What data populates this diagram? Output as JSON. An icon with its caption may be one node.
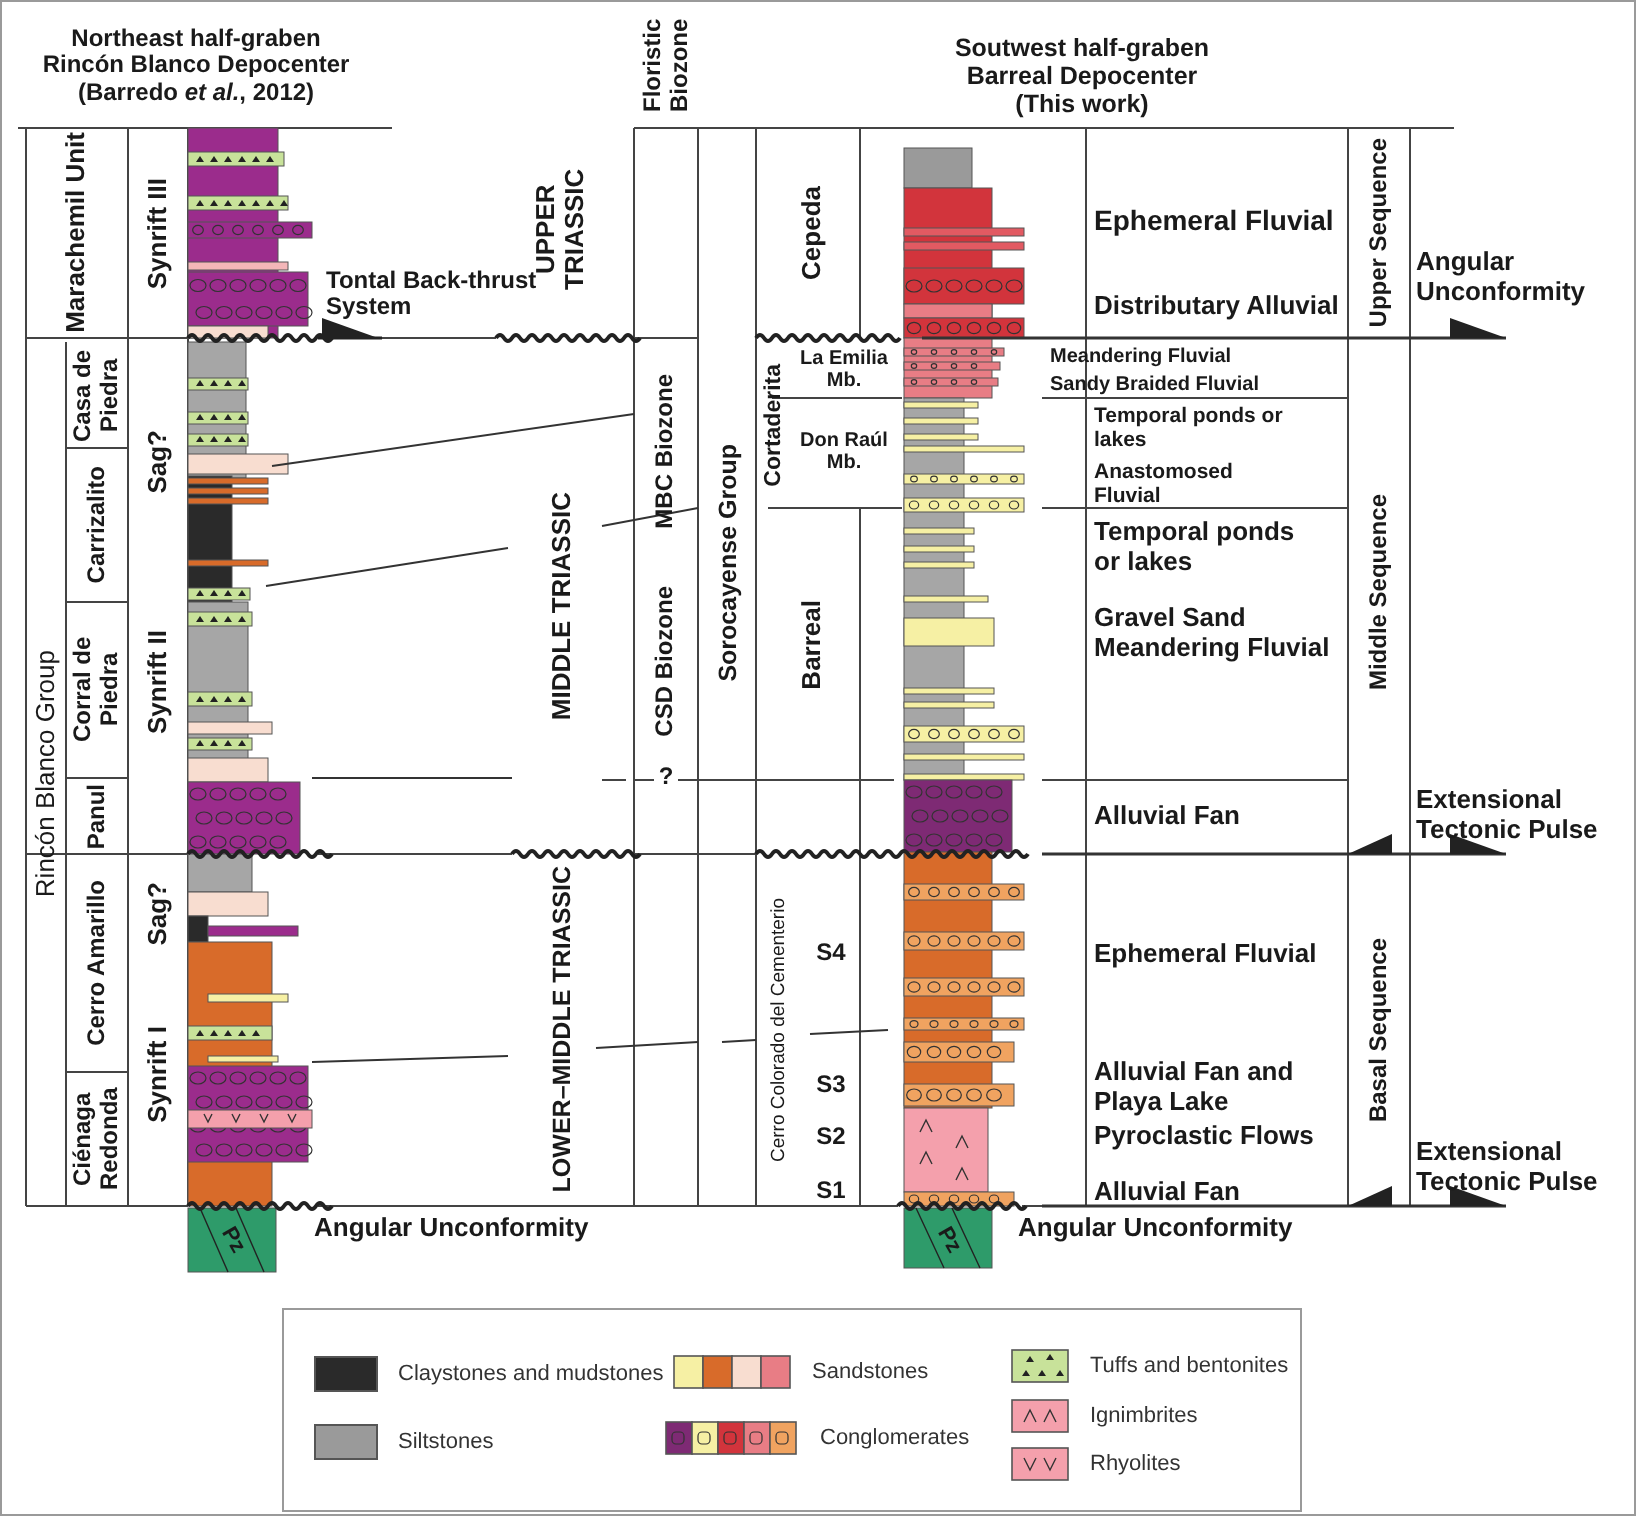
{
  "diagram": {
    "labels": [
      "Northeast half-graben Rincón Blanco Depocenter (Barredo *et al.*, 2012)",
      "Floristic Biozone",
      "Soutwest half-graben Barreal Depocenter (This work)",
      "Marachemil Unit",
      "Synrift III",
      "Tontal Back-thrust System",
      "UPPER TRIASSIC",
      "Cepeda",
      "Ephemeral Fluvial",
      "Upper Sequence",
      "Angular Unconformity",
      "Distributary Alluvial",
      "Rincón Blanco Group",
      "Casa de Piedra",
      "Sag?",
      "MBC Biozone",
      "Sorocayense Group",
      "Cortaderita",
      "La Emilia Mb.",
      "Meandering Fluvial",
      "Sandy Braided Fluvial",
      "Temporal ponds or lakes",
      "Don Raúl Mb.",
      "Anastomosed Fluvial",
      "Carrizalito",
      "MIDDLE TRIASSIC",
      "Temporal ponds or lakes",
      "Corral de Piedra",
      "CSD Biozone",
      "Barreal",
      "Gravel Sand Meandering Fluvial",
      "Middle Sequence",
      "Synrift II",
      "?",
      "Panul",
      "Alluvial Fan",
      "Extensional Tectonic Pulse",
      "Cerro Amarillo",
      "Sag?",
      "LOWER–MIDDLE TRIASSIC",
      "Cerro Colorado del Cementerio",
      "S4",
      "Ephemeral Fluvial",
      "Basal Sequence",
      "Synrift I",
      "S3",
      "Alluvial Fan and Playa Lake",
      "Ciénaga Redonda",
      "S2",
      "Pyroclastic Flows",
      "Extensional Tectonic Pulse",
      "S1",
      "Alluvial Fan",
      "Pz",
      "Angular Unconformity",
      "Pz",
      "Angular Unconformity"
    ],
    "legend": [
      {
        "text": "Claystones and mudstones",
        "color": "#2a2a2a"
      },
      {
        "text": "Sandstones"
      },
      {
        "text": "Tuffs and bentonites"
      },
      {
        "text": "Siltstones",
        "color": "#9a9a9a"
      },
      {
        "text": "Conglomerates"
      },
      {
        "text": "Ignimbrites"
      },
      {
        "text": "Rhyolites"
      }
    ]
  }
}
